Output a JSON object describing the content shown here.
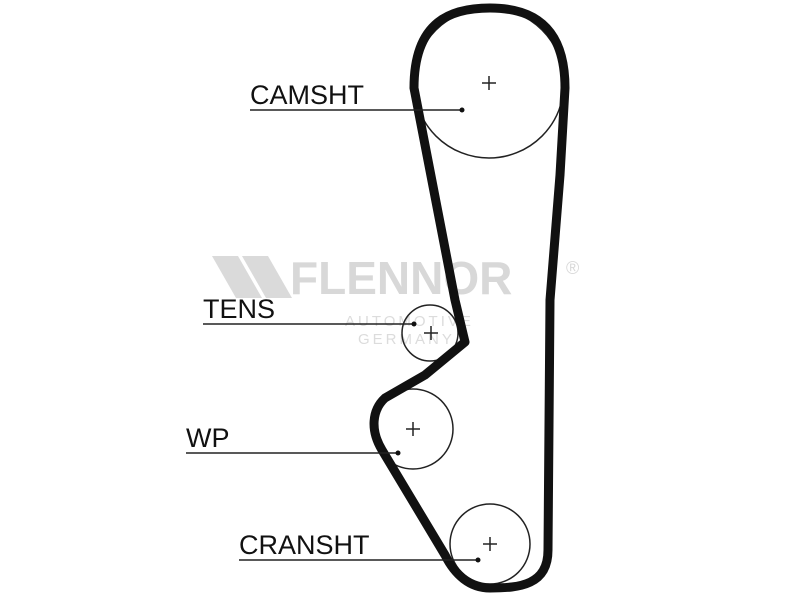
{
  "diagram": {
    "labels": {
      "camshaft": "CAMSHT",
      "tensioner": "TENS",
      "water_pump": "WP",
      "crankshaft": "CRANSHT"
    }
  },
  "watermark": {
    "brand": "FLENNOR",
    "registered": "®",
    "line1": "AUTOMOTIVE",
    "line2": "GERMANY"
  },
  "colors": {
    "belt": "#111111",
    "pulley": "#222222",
    "watermark": "#d8d8d8"
  }
}
